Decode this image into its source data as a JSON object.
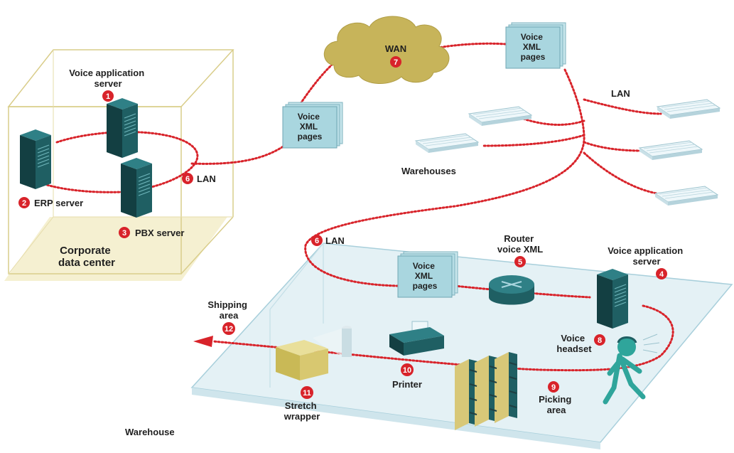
{
  "labels": {
    "voice_app_server_top": [
      "Voice application",
      "server"
    ],
    "erp_server": "ERP server",
    "pbx_server": "PBX server",
    "lan_left": "LAN",
    "corporate": [
      "Corporate",
      "data center"
    ],
    "wan": "WAN",
    "voice_xml_pages": [
      "Voice",
      "XML",
      "pages"
    ],
    "lan_right": "LAN",
    "warehouses": "Warehouses",
    "lan_mid": "LAN",
    "router": [
      "Router",
      "voice XML"
    ],
    "voice_app_server_wh": [
      "Voice application",
      "server"
    ],
    "shipping": [
      "Shipping",
      "area"
    ],
    "voice_headset": [
      "Voice",
      "headset"
    ],
    "printer": "Printer",
    "picking": [
      "Picking",
      "area"
    ],
    "stretch_wrapper": [
      "Stretch",
      "wrapper"
    ],
    "warehouse": "Warehouse"
  },
  "badges": {
    "b1": "1",
    "b2": "2",
    "b3": "3",
    "b4": "4",
    "b5": "5",
    "b6a": "6",
    "b6b": "6",
    "b7": "7",
    "b8": "8",
    "b9": "9",
    "b10": "10",
    "b11": "11",
    "b12": "12"
  },
  "colors": {
    "network_line": "#d8232a",
    "server": "#1f5f63",
    "page": "#a9d6df",
    "cloud": "#c7b45a",
    "warehouse_floor": "#e4f1f5",
    "datacenter_floor": "#f3ecc6"
  }
}
